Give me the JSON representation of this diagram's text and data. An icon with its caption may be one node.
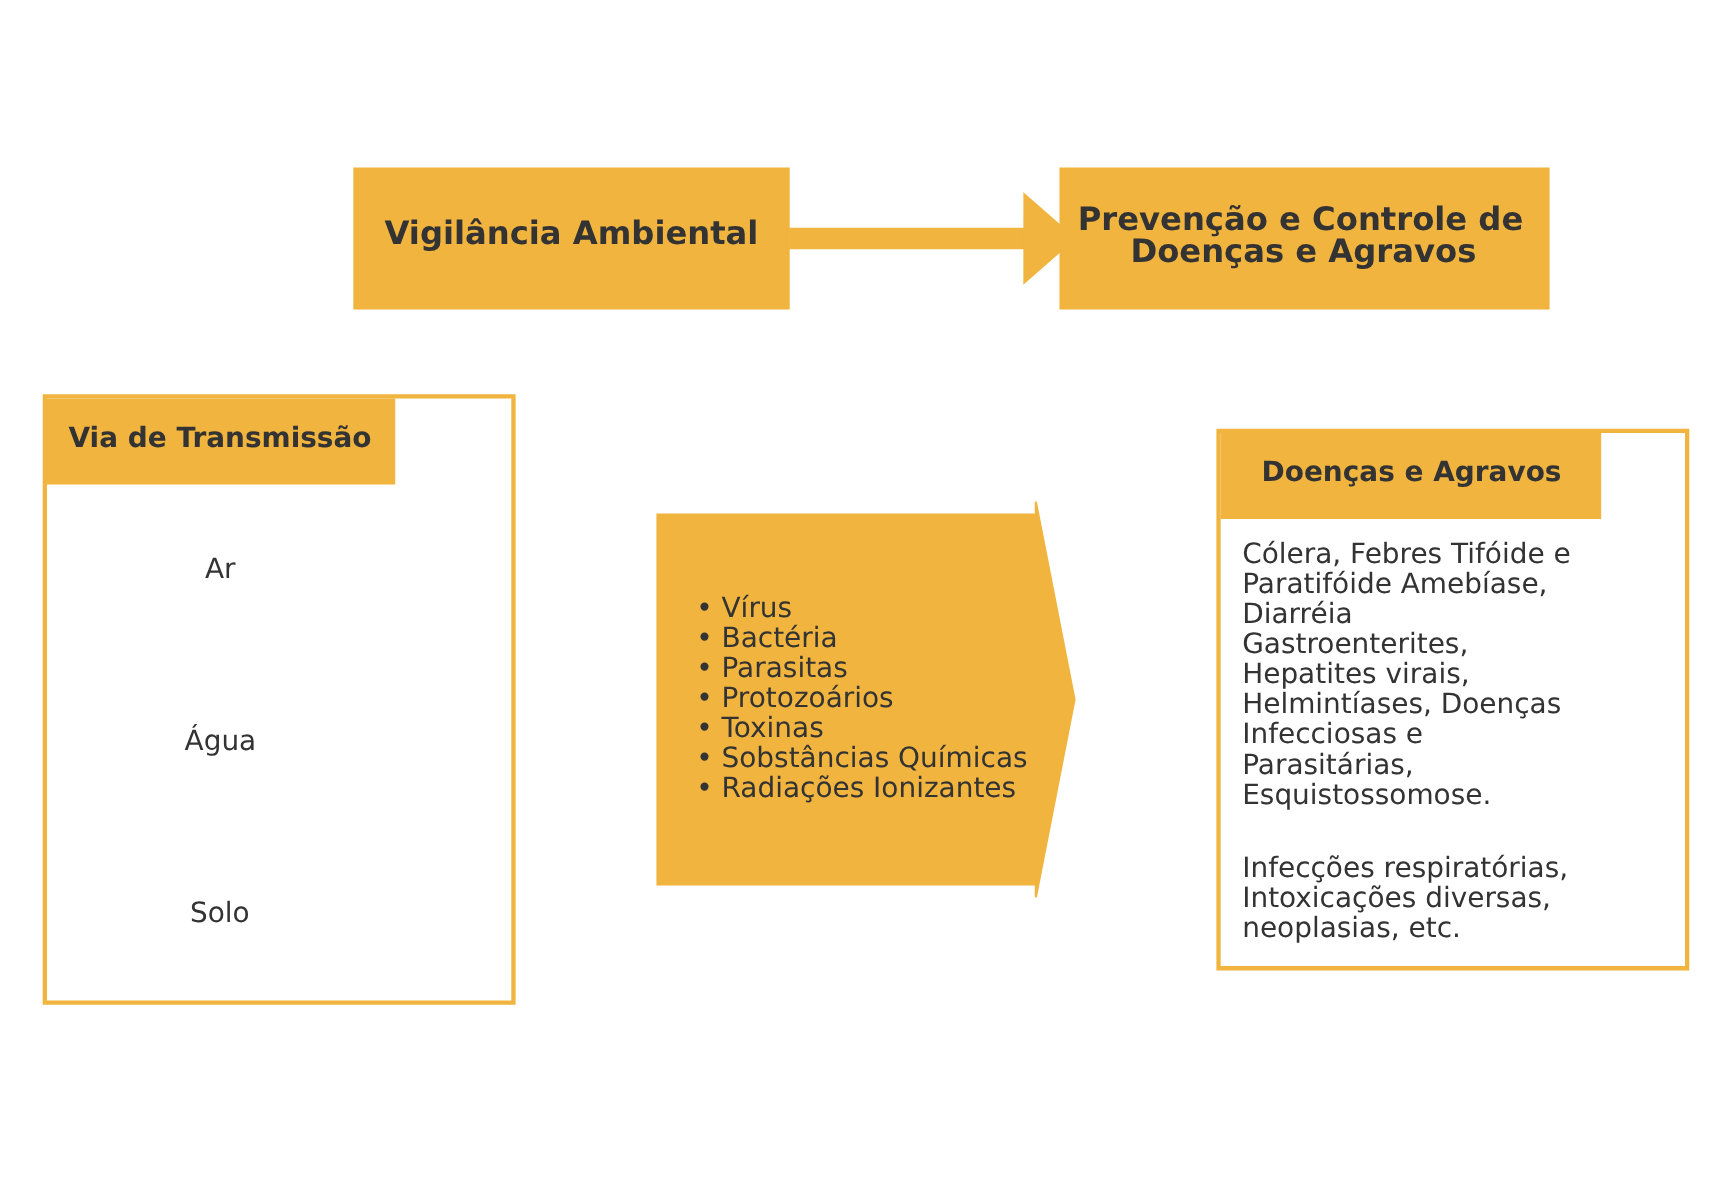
{
  "diagram": {
    "nodes": [
      {
        "text": [
          "Vigilância Ambiental"
        ]
      },
      {
        "text": [
          "Prevenção e Controle de Doenças e Agravos"
        ]
      },
      {
        "text": [
          "Via de Transmissão",
          "Ar",
          "Água",
          "Solo"
        ]
      },
      {
        "text": [
          "• Vírus",
          "• Bactéria",
          "• Parasitas",
          "• Protozoários",
          "• Toxinas",
          "• Sobstâncias Químicas",
          "• Radiações Ionizantes"
        ]
      },
      {
        "text": [
          "Doenças e Agravos",
          "Cólera, Febres Tifóide e Paratifóide Amebíase, Diarréia Gastroenterites, Hepatites virais, Helmintíases, Doenças Infecciosas e Parasitárias, Esquistossomose.",
          "Infecções respiratórias, Intoxicações diversas, neoplasias, etc."
        ]
      }
    ],
    "edges": [
      {
        "from": 0,
        "to": 1,
        "arrow": "to"
      }
    ]
  }
}
